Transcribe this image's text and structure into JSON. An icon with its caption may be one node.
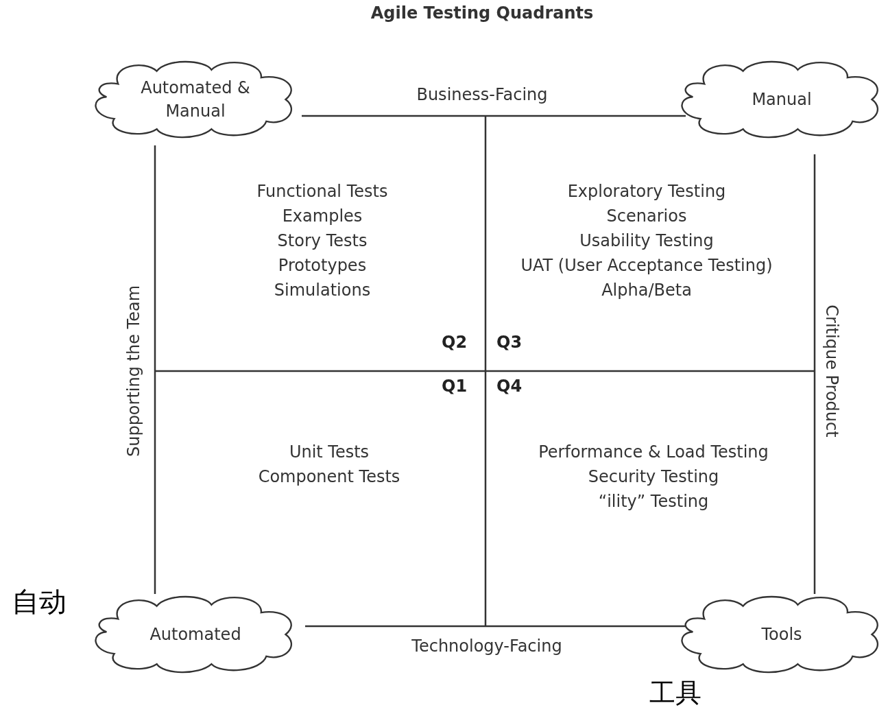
{
  "diagram": {
    "title": "Agile Testing Quadrants",
    "nodes": [
      {
        "text": [
          "Automated & Manual"
        ]
      },
      {
        "text": [
          "Manual"
        ]
      },
      {
        "text": [
          "Functional Tests",
          "Examples",
          "Story Tests",
          "Prototypes",
          "Simulations",
          "Q2"
        ]
      },
      {
        "text": [
          "Exploratory Testing",
          "Scenarios",
          "Usability Testing",
          "UAT (User Acceptance Testing)",
          "Alpha/Beta",
          "Q3"
        ]
      },
      {
        "text": [
          "Q1",
          "Unit Tests",
          "Component Tests"
        ]
      },
      {
        "text": [
          "Q4",
          "Performance & Load Testing",
          "Security Testing",
          "“ility” Testing"
        ]
      },
      {
        "text": [
          "Automated"
        ]
      },
      {
        "text": [
          "Tools"
        ]
      }
    ],
    "edges": [
      {
        "from": 0,
        "to": 1,
        "arrow": "none"
      },
      {
        "from": 0,
        "to": 6,
        "arrow": "none"
      },
      {
        "from": 1,
        "to": 7,
        "arrow": "none"
      },
      {
        "from": 6,
        "to": 7,
        "arrow": "none"
      }
    ],
    "labels": [
      "Business-Facing",
      "Supporting the Team",
      "Critique Product",
      "自动",
      "Technology-Facing",
      "工具"
    ]
  }
}
